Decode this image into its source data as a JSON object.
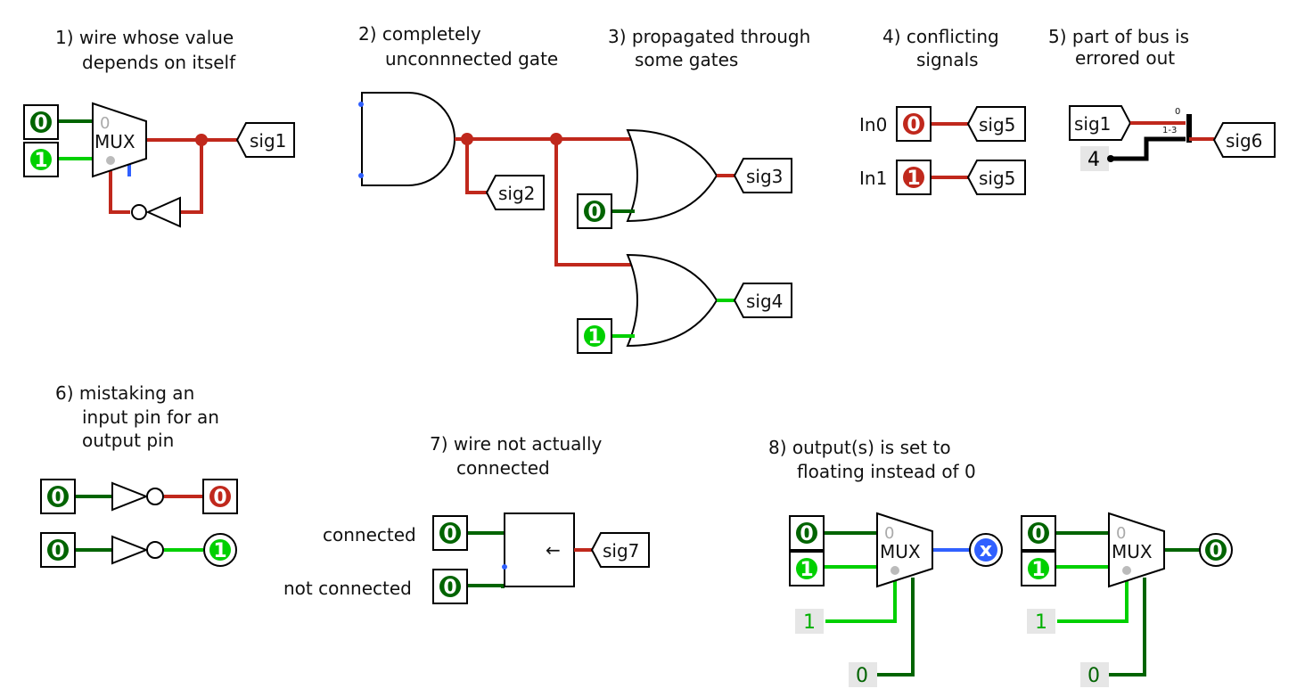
{
  "captions": {
    "c1": [
      "1) wire whose value",
      "depends on itself"
    ],
    "c2": [
      "2) completely",
      "unconnnected gate"
    ],
    "c3": [
      "3) propagated through",
      "some gates"
    ],
    "c4": [
      "4) conflicting",
      "signals"
    ],
    "c5": [
      "5) part of bus is",
      "errored out"
    ],
    "c6": [
      "6) mistaking an",
      "input pin for an",
      "output pin"
    ],
    "c7": [
      "7) wire not actually",
      "connected"
    ],
    "c8": [
      "8) output(s) is set to",
      "floating instead of 0"
    ]
  },
  "tunnels": {
    "s1_sig1": "sig1",
    "s2_sig2": "sig2",
    "s3_sig3": "sig3",
    "s3_sig4": "sig4",
    "s4_sig5a": "sig5",
    "s4_sig5b": "sig5",
    "s5_sig1": "sig1",
    "s5_sig6": "sig6",
    "s7_sig7": "sig7"
  },
  "labels": {
    "in0": "In0",
    "in1": "In1",
    "connected": "connected",
    "not_connected": "not connected",
    "mux": "MUX",
    "mux_sel0": "0",
    "splitter_top": "0",
    "splitter_mid": "1-3",
    "bus_const": "4",
    "s8_const1a": "1",
    "s8_const0a": "0",
    "s8_const1b": "1",
    "s8_const0b": "0",
    "arrow": "←"
  },
  "pins": {
    "p1a": "0",
    "p1b": "1",
    "p3a": "0",
    "p3b": "1",
    "p4a": "0",
    "p4b": "1",
    "p6a_in": "0",
    "p6a_out": "0",
    "p6b_in": "0",
    "p6b_out": "1",
    "p7a": "0",
    "p7b": "0",
    "p8a1": "0",
    "p8a2": "1",
    "p8b1": "0",
    "p8b2": "1",
    "p8a_out": "x",
    "p8b_out": "0"
  },
  "colors": {
    "dark_green": "#006400",
    "bright_green": "#00d000",
    "error_red": "#c0281c",
    "float_blue": "#3060ff",
    "black": "#000000"
  }
}
